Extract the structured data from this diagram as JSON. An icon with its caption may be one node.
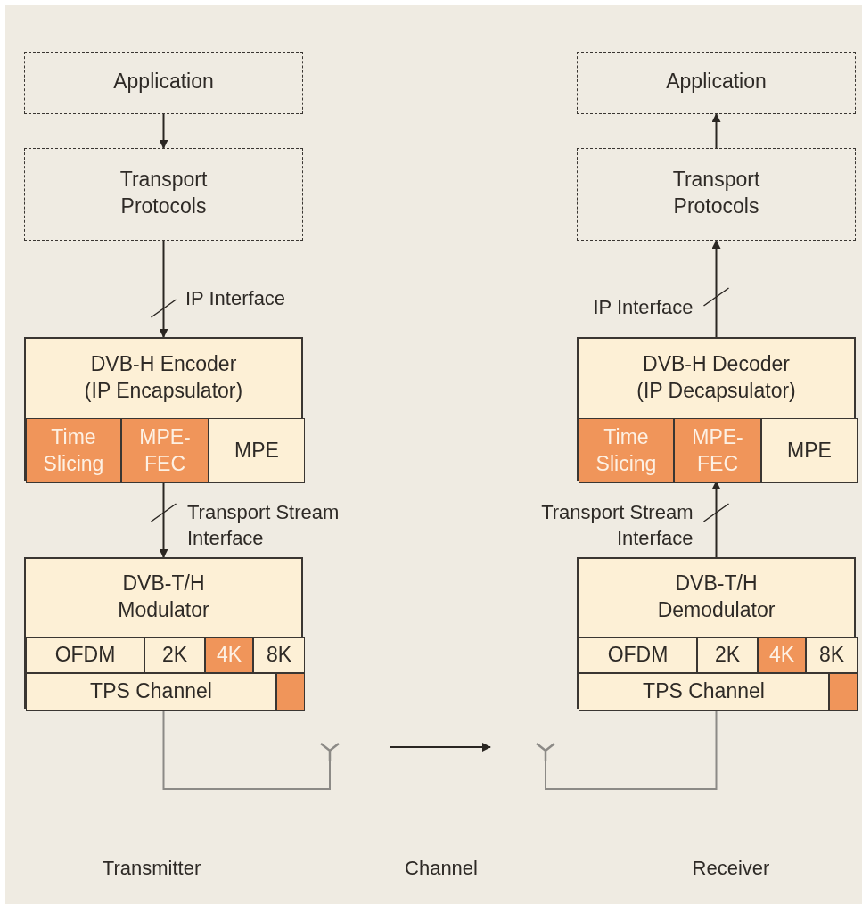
{
  "diagram": {
    "nodes": [
      {
        "text": [
          "Application"
        ]
      },
      {
        "text": [
          "Transport Protocols"
        ]
      },
      {
        "text": [
          "DVB-H Encoder (IP Encapsulator)"
        ]
      },
      {
        "text": [
          "Time Slicing"
        ],
        "in": 2
      },
      {
        "text": [
          "MPE-FEC"
        ],
        "in": 2
      },
      {
        "text": [
          "MPE"
        ],
        "in": 2
      },
      {
        "text": [
          "DVB-T/H Modulator"
        ]
      },
      {
        "text": [
          "OFDM"
        ],
        "in": 6
      },
      {
        "text": [
          "2K"
        ],
        "in": 6
      },
      {
        "text": [
          "4K"
        ],
        "in": 6
      },
      {
        "text": [
          "8K"
        ],
        "in": 6
      },
      {
        "text": [
          "TPS Channel"
        ],
        "in": 6
      },
      {
        "text": [],
        "shape": "box",
        "in": 6
      },
      {
        "text": [],
        "shape": "antenna"
      },
      {
        "text": [],
        "shape": "antenna"
      },
      {
        "text": [
          "Application"
        ]
      },
      {
        "text": [
          "Transport Protocols"
        ]
      },
      {
        "text": [
          "DVB-H Decoder (IP Decapsulator)"
        ]
      },
      {
        "text": [
          "Time Slicing"
        ],
        "in": 17
      },
      {
        "text": [
          "MPE-FEC"
        ],
        "in": 17
      },
      {
        "text": [
          "MPE"
        ],
        "in": 17
      },
      {
        "text": [
          "DVB-T/H Demodulator"
        ]
      },
      {
        "text": [
          "OFDM"
        ],
        "in": 21
      },
      {
        "text": [
          "2K"
        ],
        "in": 21
      },
      {
        "text": [
          "4K"
        ],
        "in": 21
      },
      {
        "text": [
          "8K"
        ],
        "in": 21
      },
      {
        "text": [
          "TPS Channel"
        ],
        "in": 21
      },
      {
        "text": [],
        "shape": "box",
        "in": 21
      }
    ],
    "edges": [
      {
        "from": 0,
        "to": 1,
        "arrow": "to"
      },
      {
        "from": 1,
        "to": 2,
        "arrow": "to",
        "label": "IP Interface"
      },
      {
        "from": 2,
        "to": 6,
        "arrow": "to",
        "label": "Transport Stream Interface"
      },
      {
        "from": 6,
        "to": 13,
        "arrow": "none",
        "color": "#8c8a86"
      },
      {
        "from": 13,
        "to": 14,
        "arrow": "to"
      },
      {
        "from": 14,
        "to": 21,
        "arrow": "none",
        "color": "#8c8a86"
      },
      {
        "from": 21,
        "to": 17,
        "arrow": "to",
        "label": "Transport Stream Interface"
      },
      {
        "from": 17,
        "to": 16,
        "arrow": "to",
        "label": "IP Interface"
      },
      {
        "from": 16,
        "to": 15,
        "arrow": "to"
      }
    ],
    "labels": [
      "Transmitter",
      "Channel",
      "Receiver"
    ]
  }
}
